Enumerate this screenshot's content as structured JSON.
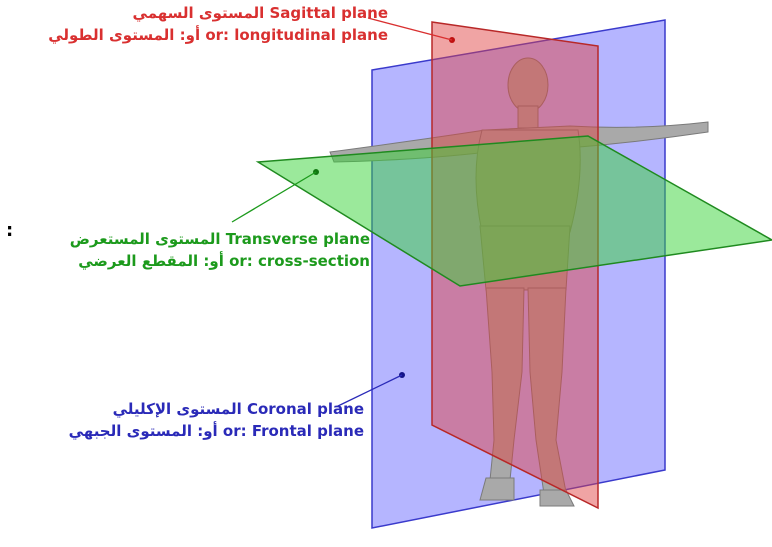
{
  "colors": {
    "sagittal": "#d93030",
    "transverse": "#1c9a1c",
    "coronal": "#2a2ab8",
    "sagittal_fill": "#e04040",
    "transverse_fill": "#37d437",
    "coronal_fill": "#5a5aff",
    "skin": "#a9a9a9"
  },
  "labels": {
    "sagittal": {
      "line1": "المستوى السهمي Sagittal plane",
      "line2": "أو: المستوى الطولي or: longitudinal plane"
    },
    "transverse": {
      "line1": "المستوى المستعرض Transverse plane",
      "line2": "أو: المقطع العرضي or: cross-section"
    },
    "coronal": {
      "line1": "المستوى الإكليلي Coronal plane",
      "line2": "أو: المستوى الجبهي or: Frontal plane"
    }
  },
  "icons": {
    "figure": "human-figure-icon",
    "pointer": "pointer-dot-icon"
  }
}
